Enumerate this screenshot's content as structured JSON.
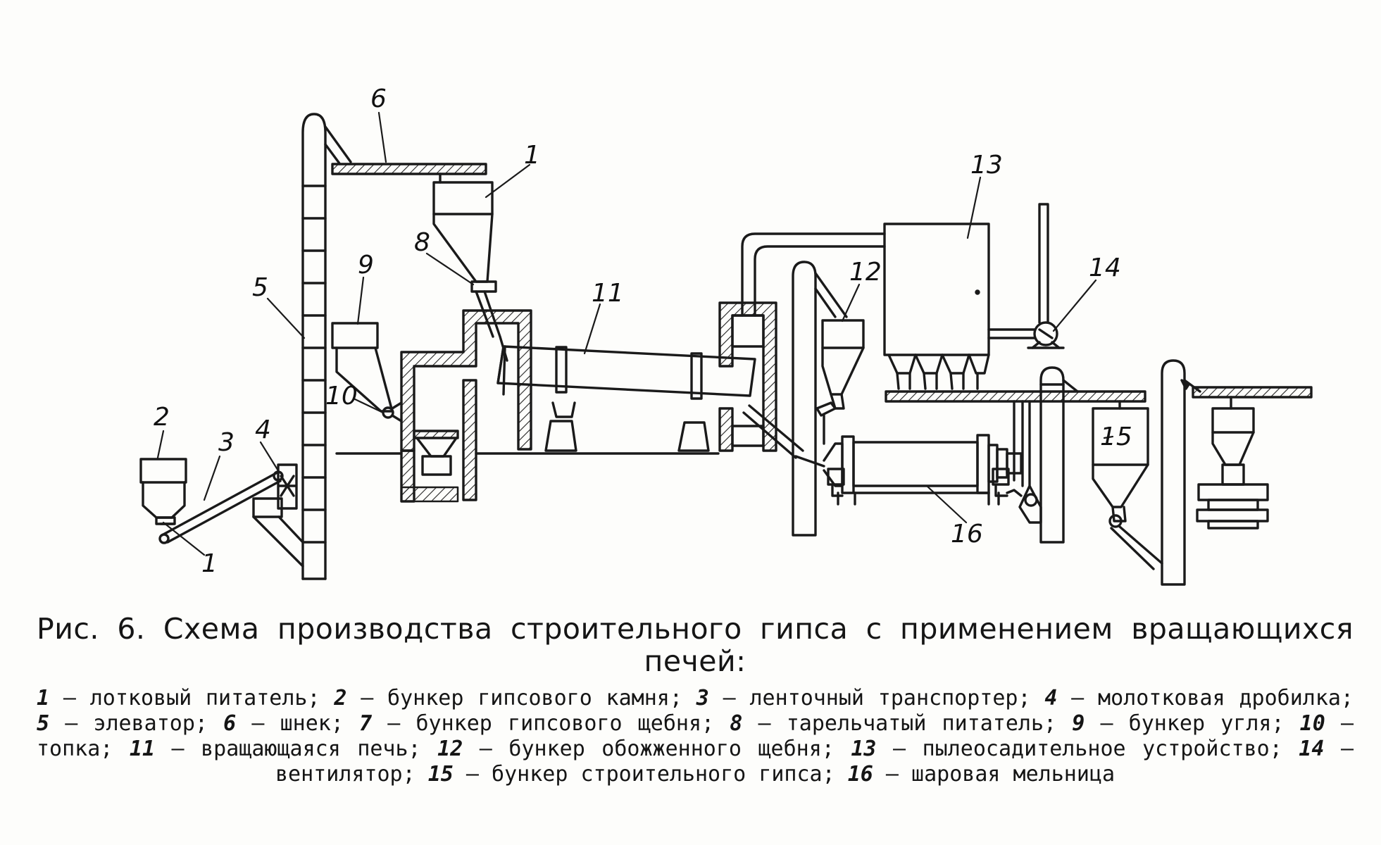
{
  "figure": {
    "labels": [
      {
        "id": "1a",
        "text": "1"
      },
      {
        "id": "1b",
        "text": "1"
      },
      {
        "id": "2",
        "text": "2"
      },
      {
        "id": "3",
        "text": "3"
      },
      {
        "id": "4",
        "text": "4"
      },
      {
        "id": "5",
        "text": "5"
      },
      {
        "id": "6",
        "text": "6"
      },
      {
        "id": "8",
        "text": "8"
      },
      {
        "id": "9",
        "text": "9"
      },
      {
        "id": "10",
        "text": "10"
      },
      {
        "id": "11",
        "text": "11"
      },
      {
        "id": "12",
        "text": "12"
      },
      {
        "id": "13",
        "text": "13"
      },
      {
        "id": "14",
        "text": "14"
      },
      {
        "id": "15",
        "text": "15"
      },
      {
        "id": "16",
        "text": "16"
      }
    ]
  },
  "caption": {
    "title": "Рис. 6. Схема производства строительного гипса с применением вращающихся печей:",
    "legend": [
      {
        "num": "1",
        "text": "лотковый питатель"
      },
      {
        "num": "2",
        "text": "бункер гипсового камня"
      },
      {
        "num": "3",
        "text": "ленточный транспортер"
      },
      {
        "num": "4",
        "text": "молотковая дробилка"
      },
      {
        "num": "5",
        "text": "элеватор"
      },
      {
        "num": "6",
        "text": "шнек"
      },
      {
        "num": "7",
        "text": "бункер гипсового щебня"
      },
      {
        "num": "8",
        "text": "тарельчатый питатель"
      },
      {
        "num": "9",
        "text": "бункер угля"
      },
      {
        "num": "10",
        "text": "топка"
      },
      {
        "num": "11",
        "text": "вращающаяся печь"
      },
      {
        "num": "12",
        "text": "бункер обожженного щебня"
      },
      {
        "num": "13",
        "text": "пылеосадительное устройство"
      },
      {
        "num": "14",
        "text": "вентилятор"
      },
      {
        "num": "15",
        "text": "бункер строительного гипса"
      },
      {
        "num": "16",
        "text": "шаровая мельница"
      }
    ]
  }
}
